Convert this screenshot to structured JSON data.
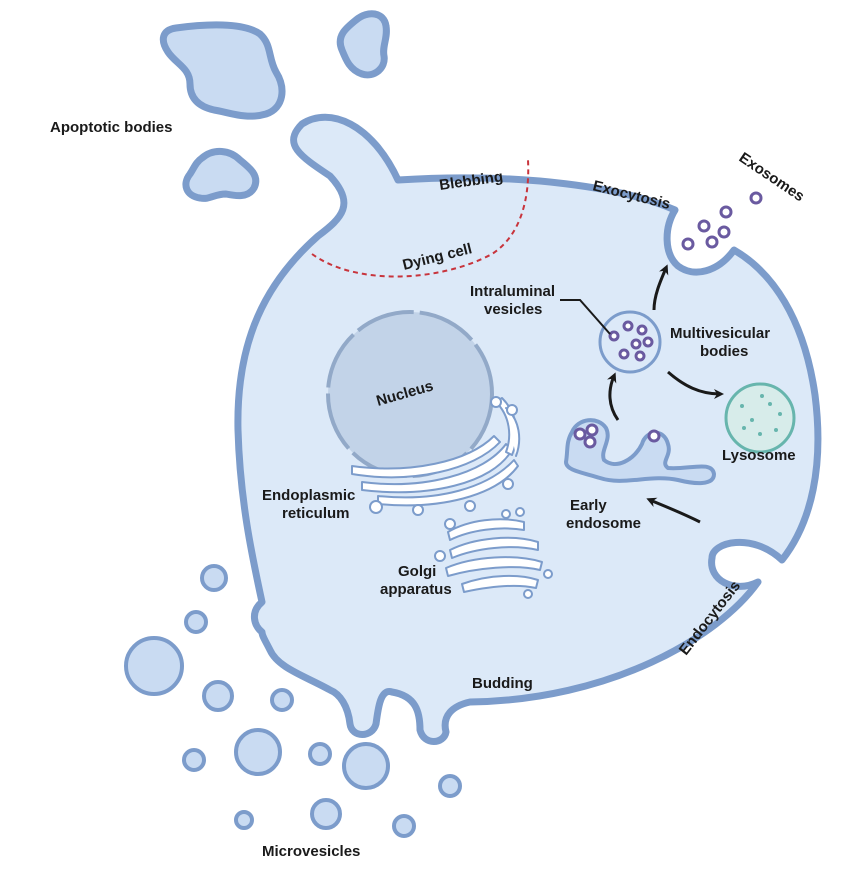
{
  "labels": {
    "apoptotic_bodies": "Apoptotic bodies",
    "blebbing": "Blebbing",
    "dying_cell": "Dying cell",
    "exocytosis": "Exocytosis",
    "exosomes": "Exosomes",
    "intraluminal_vesicles_1": "Intraluminal",
    "intraluminal_vesicles_2": "vesicles",
    "multivesicular_bodies_1": "Multivesicular",
    "multivesicular_bodies_2": "bodies",
    "nucleus": "Nucleus",
    "lysosome": "Lysosome",
    "endoplasmic_reticulum_1": "Endoplasmic",
    "endoplasmic_reticulum_2": "reticulum",
    "early_endosome_1": "Early",
    "early_endosome_2": "endosome",
    "golgi_apparatus_1": "Golgi",
    "golgi_apparatus_2": "apparatus",
    "endocytosis": "Endocytosis",
    "budding": "Budding",
    "microvesicles": "Microvesicles"
  },
  "colors": {
    "membrane": "#7c9ccb",
    "cytoplasm": "#dce9f8",
    "vesicle_fill": "#c9dbf2",
    "nucleus_fill": "#c2d3e8",
    "nucleus_outline": "#92a9c8",
    "er_fill": "#ffffff",
    "exosome": "#6a5aa0",
    "lysosome_fill": "#d7ecea",
    "lysosome_outline": "#67b5ad",
    "dying_cell_line": "#c8343c",
    "arrow": "#1a1a1a"
  }
}
